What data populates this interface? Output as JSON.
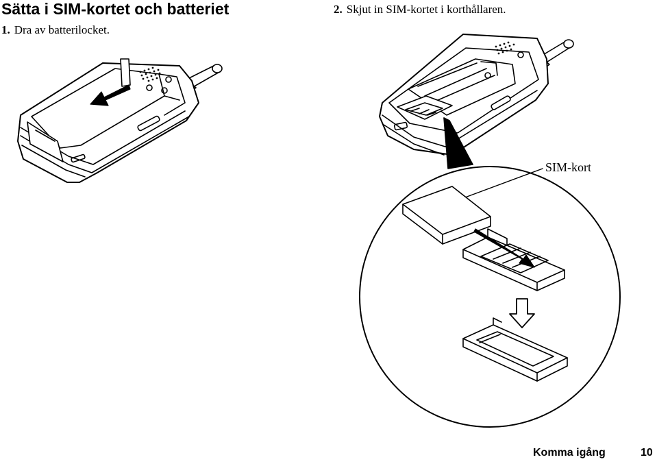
{
  "page": {
    "title": "Sätta i SIM-kortet och batteriet",
    "steps": [
      {
        "number": "1.",
        "text": "Dra av batterilocket."
      },
      {
        "number": "2.",
        "text": "Skjut in SIM-kortet i korthållaren."
      }
    ],
    "callout_label": "SIM-kort",
    "footer": {
      "section": "Komma igång",
      "page_number": "10"
    }
  }
}
